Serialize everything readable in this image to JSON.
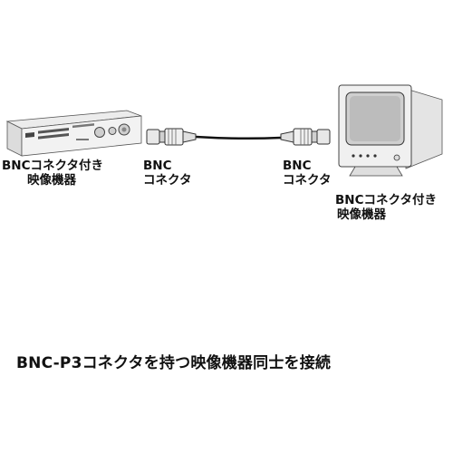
{
  "source_device": {
    "icon": "video-deck-icon",
    "label_line1": "BNCコネクタ付き",
    "label_line2": "映像機器"
  },
  "cable": {
    "icon": "bnc-cable-icon",
    "left_connector": {
      "line1": "BNC",
      "line2": "コネクタ"
    },
    "right_connector": {
      "line1": "BNC",
      "line2": "コネクタ"
    }
  },
  "target_device": {
    "icon": "crt-monitor-icon",
    "label_line1": "BNCコネクタ付き",
    "label_line2": "映像機器"
  },
  "caption": "BNC-P3コネクタを持つ映像機器同士を接続"
}
